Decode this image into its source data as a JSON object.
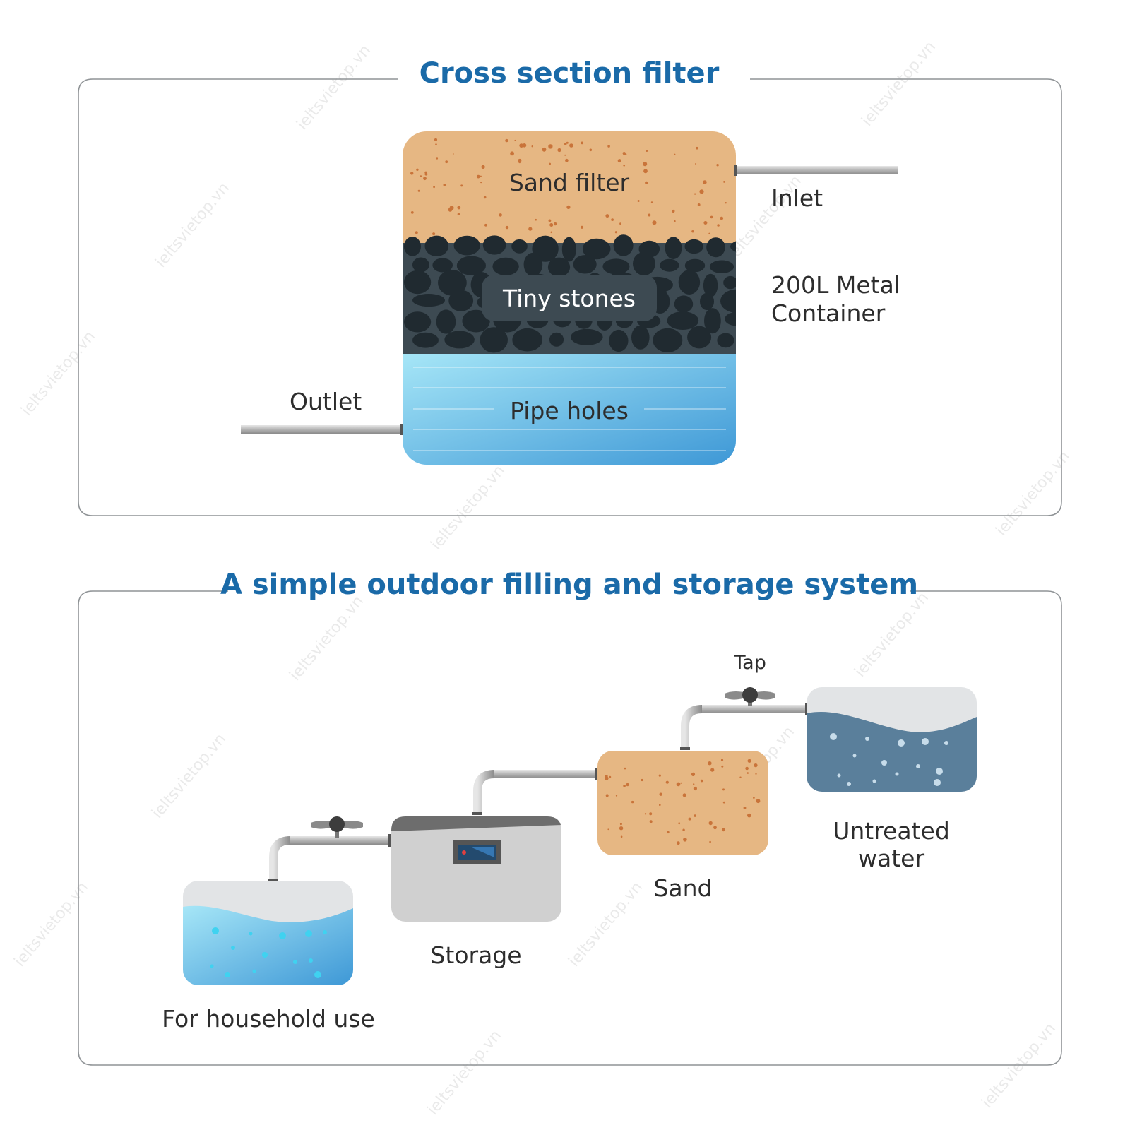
{
  "panels": {
    "cross_section": {
      "title": "Cross section filter",
      "layers": {
        "sand": "Sand filter",
        "stones": "Tiny stones",
        "pipes": "Pipe holes"
      },
      "labels": {
        "inlet": "Inlet",
        "container_line1": "200L Metal",
        "container_line2": "Container",
        "outlet": "Outlet"
      }
    },
    "storage_system": {
      "title": "A simple outdoor filling and storage system",
      "labels": {
        "tap": "Tap",
        "untreated_line1": "Untreated",
        "untreated_line2": "water",
        "sand": "Sand",
        "storage": "Storage",
        "household": "For household use"
      }
    }
  },
  "watermark_text": "ieltsvietop.vn",
  "colors": {
    "title": "#1a6aa8",
    "sand": "#e6b783",
    "sand_dots": "#c9743a",
    "stones_bg": "#3d4a52",
    "stones": "#202a30",
    "water_light": "#a6e6f7",
    "water_dark": "#3e98d6",
    "untreated_water": "#5a7f9b",
    "tank_top": "#e2e4e6",
    "storage_body": "#d0d0d0",
    "pipe": "#b8b8b8",
    "text": "#2d2d2d"
  }
}
